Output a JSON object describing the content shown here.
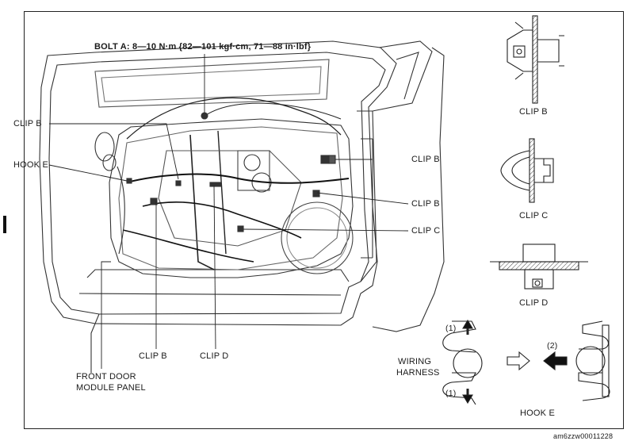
{
  "labels": {
    "bolt_a": "BOLT A: 8—10 N·m {82—101 kgf·cm, 71—88 in·lbf}",
    "clip_b_left_top": "CLIP B",
    "hook_e_left": "HOOK E",
    "clip_b_right_1": "CLIP B",
    "clip_b_right_2": "CLIP B",
    "clip_c_right": "CLIP C",
    "clip_b_bottom": "CLIP B",
    "clip_d_bottom": "CLIP D",
    "front_door_module_panel": [
      "FRONT DOOR",
      "MODULE PANEL"
    ]
  },
  "details": {
    "clip_b": "CLIP B",
    "clip_c": "CLIP C",
    "clip_d": "CLIP D",
    "hook_e": "HOOK E",
    "wiring_harness": [
      "WIRING",
      "HARNESS"
    ],
    "step_1": "(1)",
    "step_2": "(2)"
  },
  "figure_id": "am6zzw00011228"
}
